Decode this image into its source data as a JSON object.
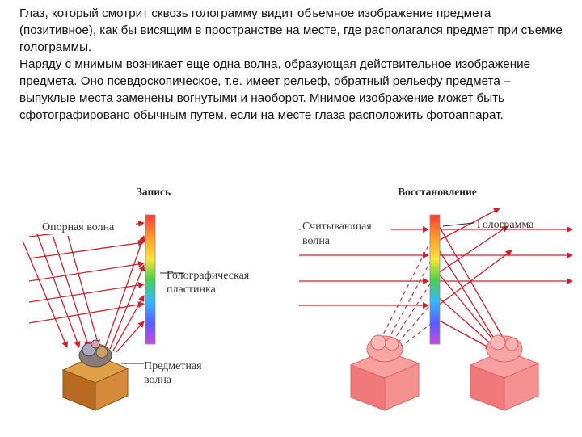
{
  "text": {
    "p1": "Глаз, который смотрит сквозь голограмму видит объемное изображение предмета (позитивное), как бы висящим в пространстве на месте, где располагался предмет при съемке голограммы.",
    "p2": "Наряду с мнимым возникает еще одна волна, образующая действительное изображение предмета. Оно псевдоскопическое, т.е. имеет рельеф, обратный рельефу предмета – выпуклые места заменены вогнутыми и наоборот. Мнимое изображение может быть сфотографировано обычным путем, если на месте глаза расположить фотоаппарат."
  },
  "diagram": {
    "left_title": "Запись",
    "right_title": "Восстановление",
    "reference_wave": "Опорная волна",
    "plate_line1": "Голографическая",
    "plate_line2": "пластинка",
    "object_wave_line1": "Предметная",
    "object_wave_line2": "волна",
    "reading_wave_line1": "Считывающая",
    "reading_wave_line2": "волна",
    "hologram": "Голограмма",
    "ray_color": "#d0202a",
    "object_color": "#c87a2a",
    "image_color": "#f06a6a"
  }
}
